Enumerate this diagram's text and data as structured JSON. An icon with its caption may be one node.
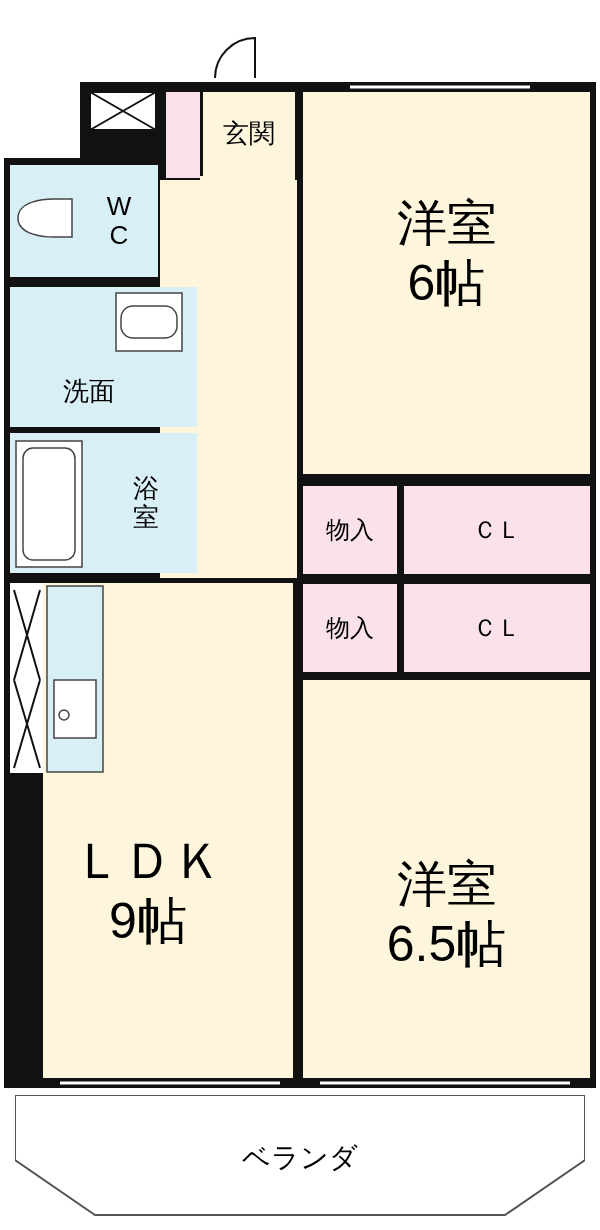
{
  "diagram": {
    "nodes": [
      {
        "text": [
          "玄関"
        ]
      },
      {
        "text": [
          "WC"
        ]
      },
      {
        "text": [
          "洋室",
          "6帖"
        ]
      },
      {
        "text": [
          "洗面"
        ]
      },
      {
        "text": [
          "浴室"
        ]
      },
      {
        "text": [
          "物入"
        ]
      },
      {
        "text": [
          "ＣＬ"
        ]
      },
      {
        "text": [
          "物入"
        ]
      },
      {
        "text": [
          "ＣＬ"
        ]
      },
      {
        "text": [
          "ＬＤＫ",
          "9帖"
        ]
      },
      {
        "text": [
          "洋室",
          "6.5帖"
        ]
      },
      {
        "text": [
          "ベランダ"
        ]
      }
    ]
  }
}
